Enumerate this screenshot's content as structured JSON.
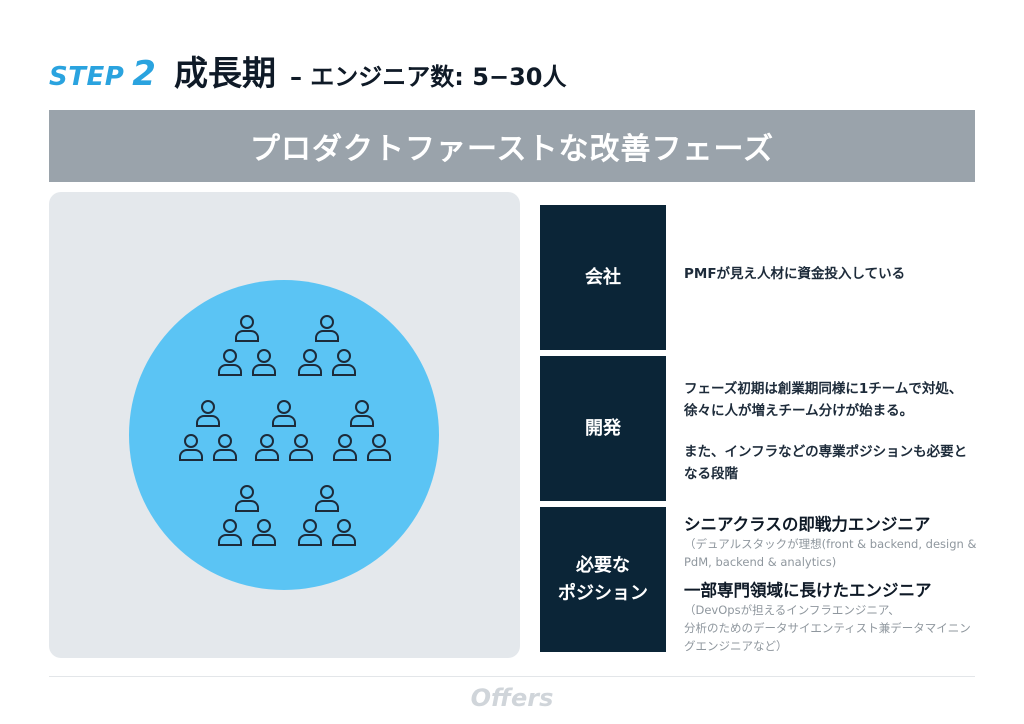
{
  "header": {
    "step_word": "STEP",
    "step_number": "2",
    "title": "成長期",
    "subtitle": "– エンジニア数: 5−30人"
  },
  "banner": {
    "text": "プロダクトファーストな改善フェーズ"
  },
  "illustration": {
    "icon": "person-icon",
    "circle_color": "#5bc4f4",
    "icon_color": "#1d2b3a"
  },
  "rows": [
    {
      "label": "会社",
      "text": "PMFが見え人材に資金投入している"
    },
    {
      "label": "開発",
      "lines": [
        "フェーズ初期は創業期同様に1チームで対処、",
        "徐々に人が増えチーム分けが始まる。"
      ],
      "lines2": [
        "また、インフラなどの専業ポジションも必要と",
        "なる段階"
      ]
    },
    {
      "label_lines": [
        "必要な",
        "ポジション"
      ],
      "positions": [
        {
          "title": "シニアクラスの即戦力エンジニア",
          "note_lines": [
            "（デュアルスタックが理想(front & backend, design &",
            "PdM, backend & analytics)"
          ]
        },
        {
          "title": "一部専門領域に長けたエンジニア",
          "note_lines": [
            "（DevOpsが担えるインフラエンジニア、",
            "分析のためのデータサイエンティスト兼データマイニン",
            "グエンジニアなど）"
          ]
        }
      ]
    }
  ],
  "footer": {
    "logo": "Offers"
  },
  "colors": {
    "accent": "#2aa3df",
    "banner": "#9aa3ab",
    "label_bg": "#0b2537",
    "panel": "#e4e8ec"
  }
}
